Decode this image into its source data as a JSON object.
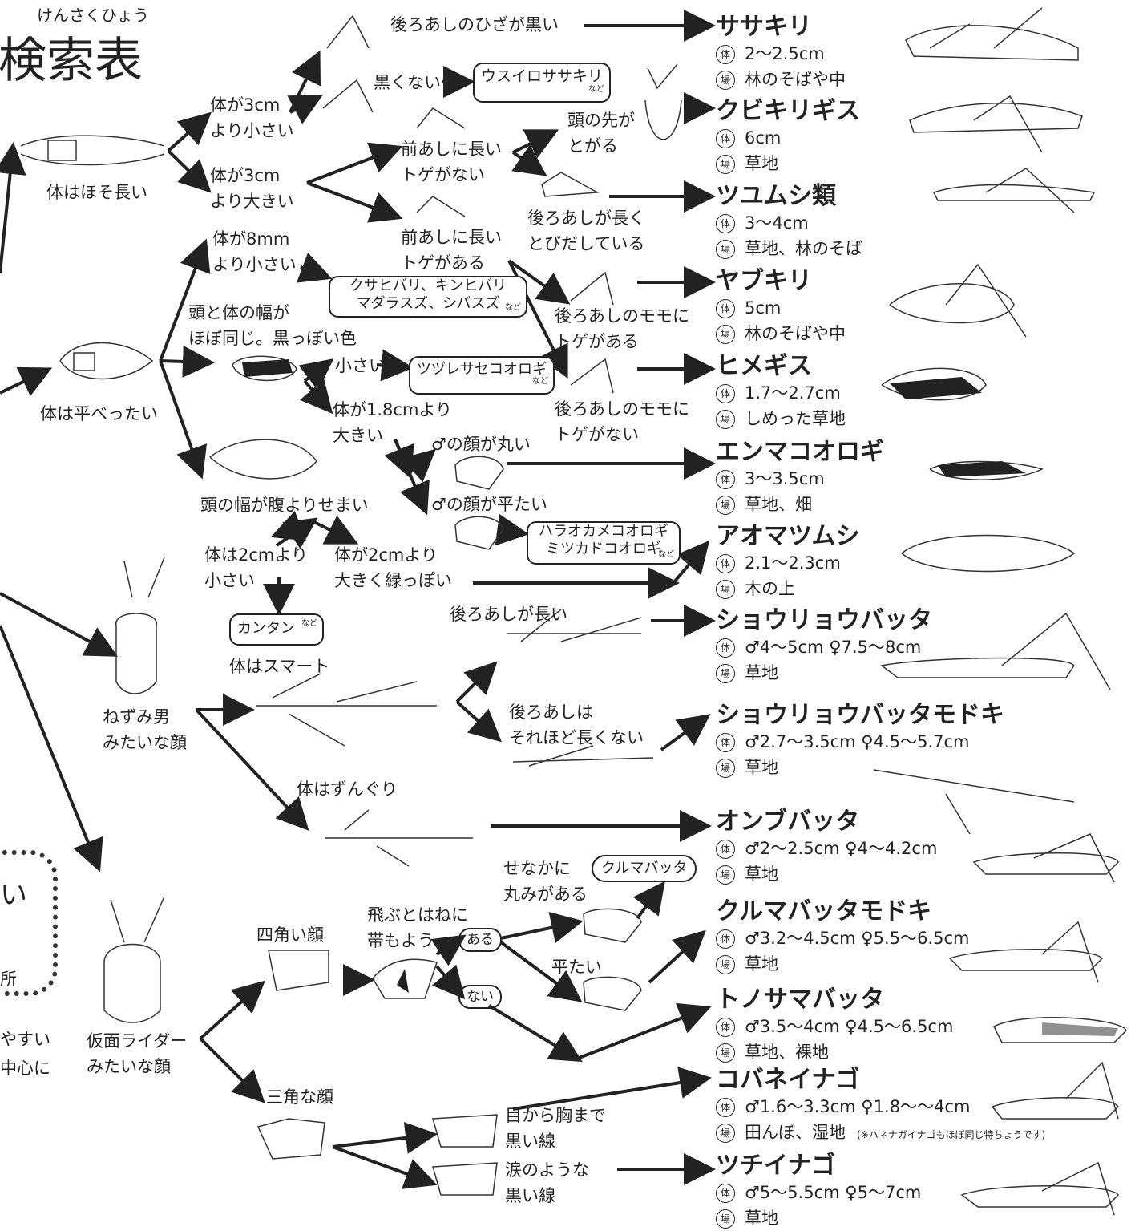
{
  "header": {
    "ruby": "けんさくひょう",
    "title": "検索表",
    "title_partial": "検索表"
  },
  "categories": {
    "slender": "体はほそ長い",
    "flat": "体は平べったい",
    "rat_face": "ねずみ男\nみたいな顔",
    "rider_face": "仮面ライダー\nみたいな顔"
  },
  "branches": {
    "lt3cm": "体が3cm\nより小さい",
    "gt3cm": "体が3cm\nより大きい",
    "knee_black": "後ろあしのひざが黒い",
    "not_black": "黒くない",
    "foreleg_no_spine": "前あしに長い\nトゲがない",
    "head_pointed": "頭の先が\nとがる",
    "hindleg_long_out": "後ろあしが長く\nとびだしている",
    "foreleg_spine": "前あしに長い\nトゲがある",
    "lt8mm": "体が8mm\nより小さい",
    "head_body_same": "頭と体の幅が\nほぼ同じ。黒っぽい色",
    "small": "小さい",
    "gt18cm": "体が1.8cmより\n大きい",
    "head_narrow": "頭の幅が腹よりせまい",
    "thigh_spine": "後ろあしのモモに\nトゲがある",
    "thigh_no_spine": "後ろあしのモモに\nトゲがない",
    "male_round": "♂の顔が丸い",
    "male_flat": "♂の顔が平たい",
    "lt2cm": "体は2cmより\n小さい",
    "gt2cm_green": "体が2cmより\n大きく緑っぽい",
    "hindleg_long": "後ろあしが長い",
    "smart": "体はスマート",
    "hindleg_not_long": "後ろあしは\nそれほど長くない",
    "stout": "体はずんぐり",
    "square_face": "四角い顔",
    "band": "飛ぶとはねに\n帯もよう",
    "yes": "ある",
    "no": "ない",
    "back_round": "せなかに\n丸みがある",
    "flat_back": "平たい",
    "triangle_face": "三角な顔",
    "eye_chest_line": "目から胸まで\n黒い線",
    "tear_line": "涙のような\n黒い線"
  },
  "boxes": {
    "usuiro": "ウスイロササキリ",
    "kusahibari": "クサヒバリ、キンヒバリ\nマダラスズ、シバスズ",
    "tsuzure": "ツヅレサセコオロギ",
    "haraoka": "ハラオカメコオロギ\nミツカドコオロギ",
    "kantan": "カンタン",
    "kuruma": "クルマバッタ",
    "nado": "など"
  },
  "badges": {
    "body": "体",
    "place": "場"
  },
  "species": [
    {
      "name": "ササキリ",
      "body": "2〜2.5cm",
      "place": "林のそばや中"
    },
    {
      "name": "クビキリギス",
      "body": "6cm",
      "place": "草地"
    },
    {
      "name": "ツユムシ類",
      "body": "3〜4cm",
      "place": "草地、林のそば"
    },
    {
      "name": "ヤブキリ",
      "body": "5cm",
      "place": "林のそばや中"
    },
    {
      "name": "ヒメギス",
      "body": "1.7〜2.7cm",
      "place": "しめった草地"
    },
    {
      "name": "エンマコオロギ",
      "body": "3〜3.5cm",
      "place": "草地、畑"
    },
    {
      "name": "アオマツムシ",
      "body": "2.1〜2.3cm",
      "place": "木の上"
    },
    {
      "name": "ショウリョウバッタ",
      "body": "♂4〜5cm ♀7.5〜8cm",
      "place": "草地"
    },
    {
      "name": "ショウリョウバッタモドキ",
      "body": "♂2.7〜3.5cm ♀4.5〜5.7cm",
      "place": "草地"
    },
    {
      "name": "オンブバッタ",
      "body": "♂2〜2.5cm ♀4〜4.2cm",
      "place": "草地"
    },
    {
      "name": "クルマバッタモドキ",
      "body": "♂3.2〜4.5cm ♀5.5〜6.5cm",
      "place": "草地"
    },
    {
      "name": "トノサマバッタ",
      "body": "♂3.5〜4cm ♀4.5〜6.5cm",
      "place": "草地、裸地"
    },
    {
      "name": "コバネイナゴ",
      "body": "♂1.6〜3.3cm ♀1.8〜〜4cm",
      "place": "田んぼ、湿地",
      "note": "(※ハネナガイナゴもほぼ同じ特ちょうです)"
    },
    {
      "name": "ツチイナゴ",
      "body": "♂5〜5.5cm ♀5〜7cm",
      "place": "草地"
    }
  ],
  "edge_text": {
    "l1": "い",
    "l2": "所",
    "l3": "やすい",
    "l4": "中心に"
  }
}
